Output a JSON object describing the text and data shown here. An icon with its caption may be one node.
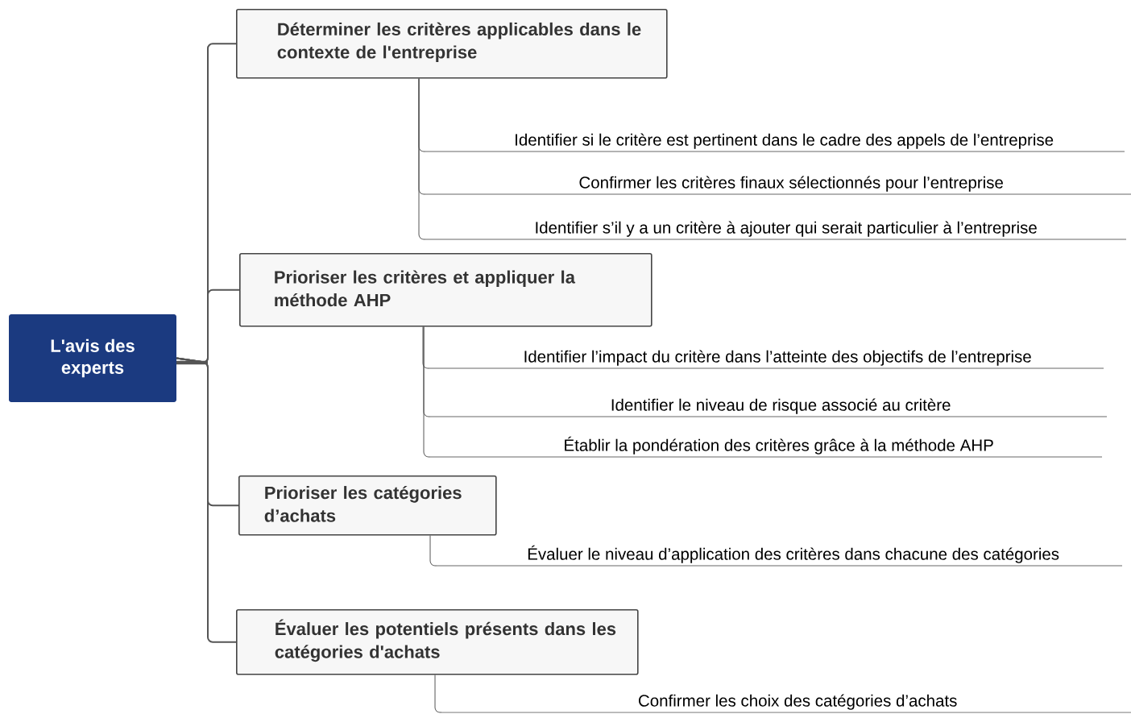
{
  "diagram": {
    "nodes": [
      {
        "text": [
          "L'avis des experts"
        ]
      },
      {
        "text": [
          "Déterminer les critères applicables dans le contexte de l'entreprise"
        ]
      },
      {
        "text": [
          "Identifier si le critère est pertinent dans le cadre des appels de l’entreprise"
        ]
      },
      {
        "text": [
          "Confirmer les critères finaux sélectionnés pour l’entreprise"
        ]
      },
      {
        "text": [
          "Identifier s’il y a un critère à ajouter qui serait particulier à l’entreprise"
        ]
      },
      {
        "text": [
          "Prioriser les critères et appliquer la méthode AHP"
        ]
      },
      {
        "text": [
          "Identifier l’impact du critère dans l’atteinte des objectifs de l’entreprise"
        ]
      },
      {
        "text": [
          "Identifier le niveau de risque associé au critère"
        ]
      },
      {
        "text": [
          "Établir la pondération des critères grâce à la méthode AHP"
        ]
      },
      {
        "text": [
          "Prioriser les catégories d’achats"
        ]
      },
      {
        "text": [
          "Évaluer le niveau d’application des critères dans chacune des catégories"
        ]
      },
      {
        "text": [
          "Évaluer les potentiels présents dans les catégories d'achats"
        ]
      },
      {
        "text": [
          "Confirmer les choix des catégories d’achats"
        ]
      }
    ],
    "edges": [
      {
        "from": 0,
        "to": 1,
        "arrow": "none"
      },
      {
        "from": 1,
        "to": 2,
        "arrow": "none"
      },
      {
        "from": 1,
        "to": 3,
        "arrow": "none"
      },
      {
        "from": 1,
        "to": 4,
        "arrow": "none"
      },
      {
        "from": 0,
        "to": 5,
        "arrow": "none"
      },
      {
        "from": 5,
        "to": 6,
        "arrow": "none"
      },
      {
        "from": 5,
        "to": 7,
        "arrow": "none"
      },
      {
        "from": 5,
        "to": 8,
        "arrow": "none"
      },
      {
        "from": 0,
        "to": 9,
        "arrow": "none"
      },
      {
        "from": 9,
        "to": 10,
        "arrow": "none"
      },
      {
        "from": 0,
        "to": 11,
        "arrow": "none"
      },
      {
        "from": 11,
        "to": 12,
        "arrow": "none"
      }
    ]
  }
}
